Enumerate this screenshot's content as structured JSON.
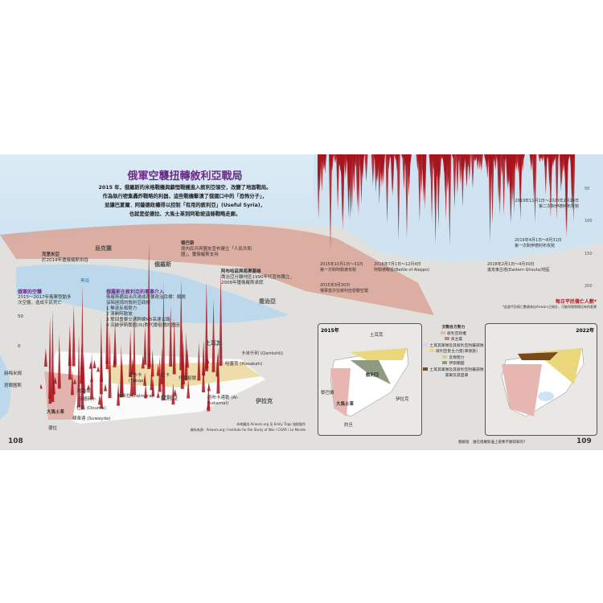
{
  "title": "俄軍空襲扭轉敘利亞戰局",
  "intro": [
    "2015 年，俄羅斯的米格戰機與蘇愷戰機進入敘利亞領空，改變了地面戰局。",
    "作為執行密集轟炸戰略的利器，這些戰機擊潰了俄國口中的「恐怖分子」，",
    "並讓巴夏爾．阿薩德政權得以控制「有用的敘利亞」(Useful Syria)，",
    "也就是從德拉、大馬士革到阿勒坡這條戰略走廊。"
  ],
  "regions": {
    "ukraine": "烏克蘭",
    "russia": "俄羅斯",
    "turkey": "土耳其",
    "iraq": "伊拉克",
    "syria": "敘利亞",
    "georgia": "喬治亞",
    "sea": "黑海"
  },
  "callouts": {
    "crimea": {
      "title": "克里米亞",
      "text": "於2014年遭俄羅斯併吞"
    },
    "donbas": {
      "title": "頓巴斯",
      "text": "境內民兵與盟友宣布建立「人民共和國」，獲俄羅斯支持"
    },
    "abkhazia": {
      "title": "阿布哈茲與南奧塞梯",
      "text": "喬治亞分離地區1990年代宣布獨立，2008年獲俄羅斯承認"
    }
  },
  "airstrikes": {
    "title": "俄軍的空襲",
    "text": "2015～2017年俄軍發動多次空襲，造成平民死亡",
    "scale_50": "50",
    "scale_0": "0"
  },
  "intervention": {
    "title": "俄羅斯在敘利亞的軍事介入",
    "text": "俄羅斯藉由出兵達成首要政治目標：解救深陷困境的敘利亞政權",
    "steps": [
      "1 擊退反叛勢力",
      "2 清剿阿勒坡",
      "3 奪回重要交通幹線M5高速公路",
      "4 突破伊斯蘭國(IS)對代爾祖爾的圍困"
    ]
  },
  "cities": [
    "赫梅米姆",
    "塔爾圖斯",
    "阿勒坡",
    "伊德利卜",
    "塔布卡 (Tabqa)",
    "拉卡",
    "代爾祖爾",
    "哈塞克 (Hasakah)",
    "卡米什利 (Qamishli)",
    "帕米拉 (Palmyra)",
    "阿布卡邁勒 (Al-Bukamal)",
    "杜馬 (Douma)",
    "大馬士革",
    "蘇韋達 (Suwayda)",
    "德拉"
  ],
  "credits": [
    "本地圖由 Airwars.org 及 Emily Tripp 協助製作",
    "資料來源：Airwars.org / Institute for the Study of War / COAR / Le Monde"
  ],
  "timeline": {
    "events": [
      {
        "date": "2015年9月30日",
        "label": "俄軍首次在敘利亞發動空襲"
      },
      {
        "date": "2015年10月1日～31日",
        "label": "第一次對阿勒坡攻勢"
      },
      {
        "date": "2016年7月1日～12月4日",
        "label": "阿勒坡戰役(Battle of Aleppo)"
      },
      {
        "date": "2018年2月1日～4月30日",
        "label": "進攻東古塔(Eastern Ghouta)地區"
      },
      {
        "date": "2019年4月1日～8月31日",
        "label": "第一次對伊德利布攻勢"
      },
      {
        "date": "2019年11月1日～2020年2月28日",
        "label": "第二次對伊德利布攻勢"
      }
    ],
    "axis": [
      "50",
      "100",
      "150",
      "200"
    ],
    "axis_title": "每日平民傷亡人數*",
    "note": "*此處平民傷亡數據來自Airwars之統計，可能與實際情況有所差異"
  },
  "insets": {
    "left_year": "2015年",
    "right_year": "2022年",
    "legend_title": "交戰各方勢力",
    "legend": [
      "敘利亞政權",
      "真主黨",
      "土耳其軍隊及其敘利亞附屬部隊",
      "敘利亞民主力量(庫德族)",
      "反叛勢力",
      "伊斯蘭國",
      "土耳其軍隊及其敘利亞附屬部隊",
      "美軍及其盟軍"
    ],
    "legend_colors": [
      "#e7b6b0",
      "#b98a82",
      "#d8d2e6",
      "#e9d77a",
      "#c9cf90",
      "#8f9a82",
      "#7a4a1c",
      "#cfe3f2"
    ],
    "labels": [
      "土耳其",
      "敘利亞",
      "大馬士革",
      "伊拉克",
      "約旦",
      "黎巴嫩"
    ]
  },
  "footer": {
    "left_page": "108",
    "right_page": "109",
    "right_text": "圖解版　誰在俄羅斯邊上搶奪不願得罪的？"
  },
  "colors": {
    "purple": "#6b2a86",
    "red": "#a8141c",
    "russia": "#d79a8a"
  }
}
